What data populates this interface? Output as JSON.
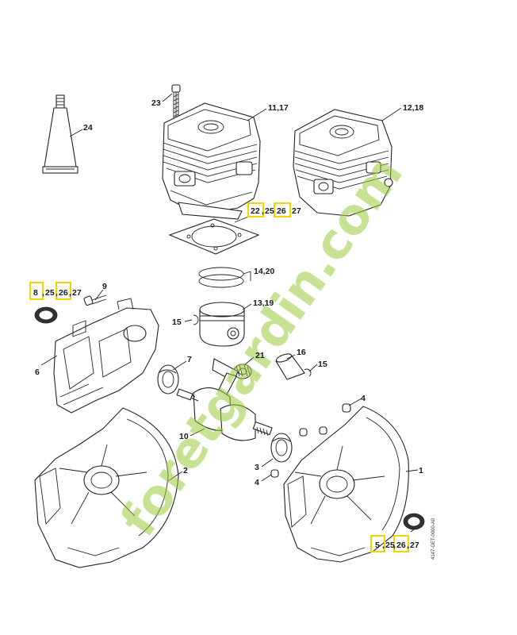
{
  "diagram": {
    "watermark_text": "foretgardin.com",
    "watermark_color": "#9acb3c",
    "highlight_color": "#f2d400",
    "side_code": "4147-GET-0000-A0",
    "callouts": {
      "c24": "24",
      "c23": "23",
      "c11_17": "11,17",
      "c12_18": "12,18",
      "c22": "22",
      "c25a": "25",
      "c26a": "26",
      "c27a": "27",
      "c14_20": "14,20",
      "c13_19": "13,19",
      "c15a": "15",
      "c8": "8",
      "c25b": "25",
      "c26b": "26",
      "c27b": "27",
      "c9": "9",
      "c6": "6",
      "c7": "7",
      "c21": "21",
      "c16": "16",
      "c15b": "15",
      "c10": "10",
      "c2": "2",
      "c3": "3",
      "c4a": "4",
      "c4b": "4",
      "c1": "1",
      "c5": "5",
      "c25c": "25",
      "c26c": "26",
      "c27c": "27"
    }
  }
}
